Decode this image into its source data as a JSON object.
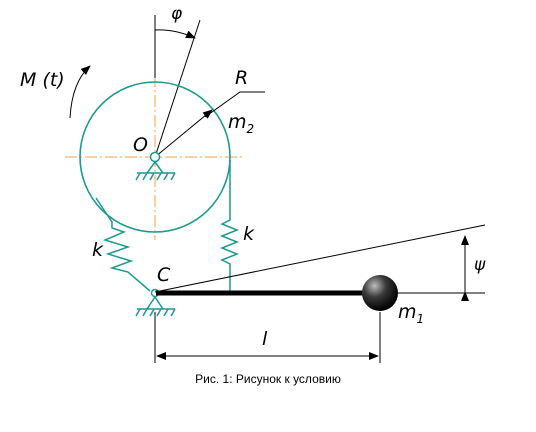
{
  "labels": {
    "phi": "φ",
    "moment": "M (t)",
    "radius": "R",
    "m2_main": "m",
    "m2_sub": "2",
    "center_o": "O",
    "spring_left": "k",
    "spring_right": "k",
    "point_c": "C",
    "psi": "ψ",
    "m1_main": "m",
    "m1_sub": "1",
    "length": "l"
  },
  "caption": "Рис. 1: Рисунок к условию",
  "colors": {
    "mechanism": "#1a9a92",
    "centerline": "#f0a04a",
    "ink": "#000000"
  }
}
